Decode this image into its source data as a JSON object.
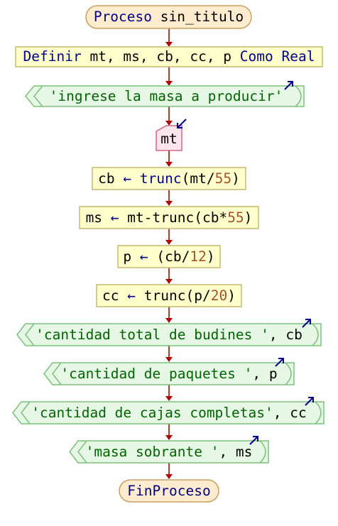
{
  "colors": {
    "terminal_fill": "#ffebcd",
    "terminal_stroke": "#c8a060",
    "process_fill": "#ffffcc",
    "process_stroke": "#c8b870",
    "io_fill": "#e6f7e6",
    "io_stroke": "#7cc07c",
    "read_fill": "#ffe4ee",
    "read_stroke": "#cc6688",
    "edge": "#b30000",
    "keyword": "#00008b",
    "number": "#a0522d",
    "string": "#006400",
    "io_arrow": "#00008b"
  },
  "flowchart": {
    "start": {
      "keyword": "Proceso",
      "name": "sin_titulo"
    },
    "define": {
      "keyword": "Definir",
      "vars": "mt, ms, cb, cc, p",
      "as": "Como",
      "type": "Real"
    },
    "write_1": {
      "string": "'ingrese la masa a producir'"
    },
    "read_1": {
      "var": "mt"
    },
    "assign_1": {
      "target": "cb",
      "arrow": "←",
      "func": "trunc",
      "open": "(",
      "arg": "mt/",
      "num": "55",
      "close": ")"
    },
    "assign_2": {
      "target": "ms",
      "arrow": "←",
      "expr": "mt-trunc(cb*",
      "num": "55",
      "close": ")"
    },
    "assign_3": {
      "target": "p",
      "arrow": "←",
      "expr": "(cb/",
      "num": "12",
      "close": ")"
    },
    "assign_4": {
      "target": "cc",
      "arrow": "←",
      "expr": "trunc(p/",
      "num": "20",
      "close": ")"
    },
    "write_2": {
      "string": "'cantidad total de budines '",
      "sep": ", ",
      "var": "cb"
    },
    "write_3": {
      "string": "'cantidad de paquetes '",
      "sep": ", ",
      "var": "p"
    },
    "write_4": {
      "string": "'cantidad de cajas completas'",
      "sep": ", ",
      "var": "cc"
    },
    "write_5": {
      "string": "'masa sobrante '",
      "sep": ", ",
      "var": "ms"
    },
    "end": {
      "keyword": "FinProceso"
    }
  }
}
